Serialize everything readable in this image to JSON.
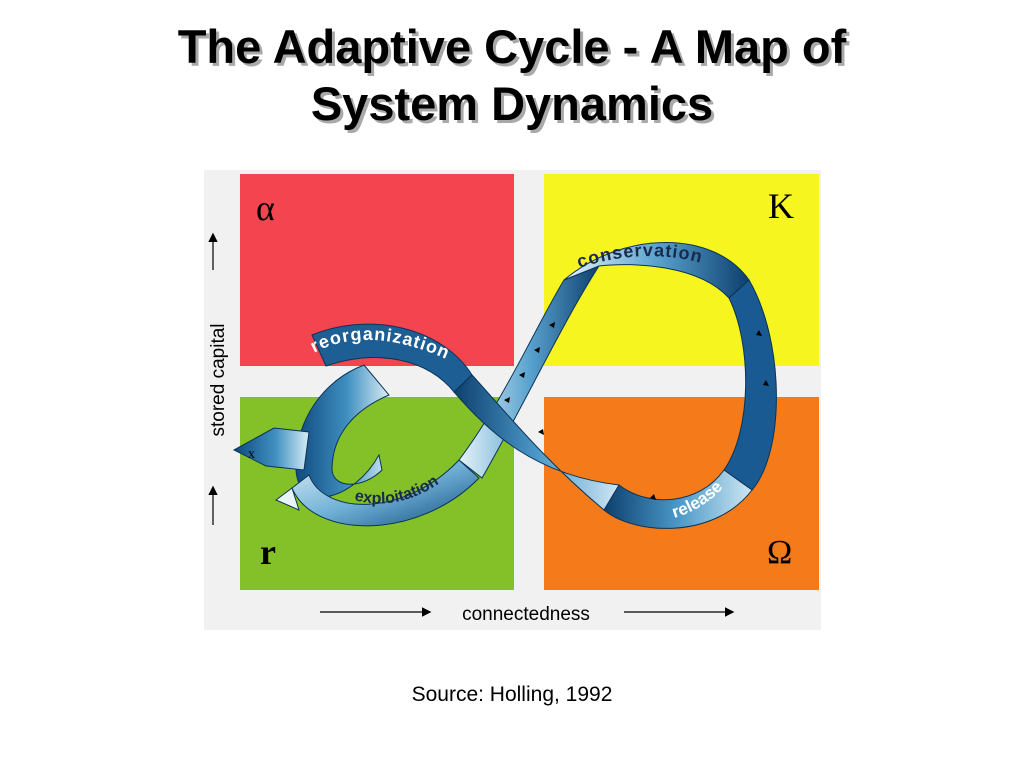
{
  "slide": {
    "title_line1": "The Adaptive Cycle - A Map of",
    "title_line2": "System Dynamics",
    "source": "Source: Holling, 1992"
  },
  "diagram": {
    "quadrants": {
      "top_left": {
        "symbol": "α",
        "color": "#f4444f"
      },
      "top_right": {
        "symbol": "K",
        "color": "#f7f51f"
      },
      "bottom_left": {
        "symbol": "r",
        "color": "#84c128"
      },
      "bottom_right": {
        "symbol": "Ω",
        "color": "#f47a1a"
      }
    },
    "y_axis_label": "stored capital",
    "x_axis_label": "connectedness",
    "phases": {
      "reorganization": "reorganization",
      "conservation": "conservation",
      "exploitation": "exploitation",
      "release": "release"
    },
    "exit_marker": "x",
    "background_color": "#f1f1f1",
    "ribbon_dark": "#0f4a7e",
    "ribbon_light": "#d8edf6"
  }
}
